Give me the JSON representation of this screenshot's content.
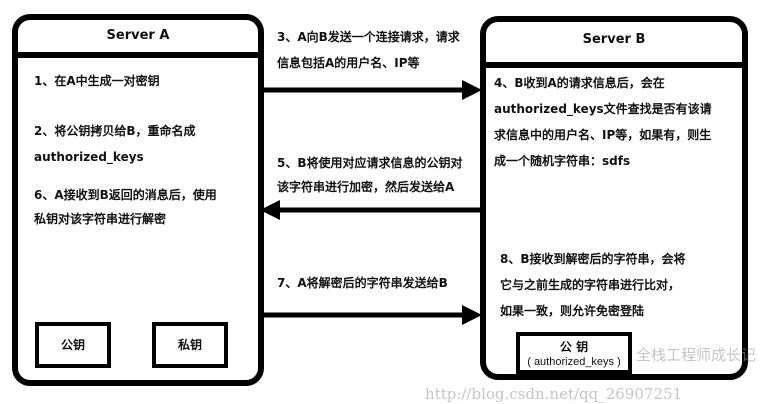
{
  "server_a": {
    "title": "Server A",
    "step1": "1、在A中生成一对密钥",
    "step2a": "2、将公钥拷贝给B，重命名成",
    "step2b": "authorized_keys",
    "step6a": "6、A接收到B返回的消息后，使用",
    "step6b": "私钥对该字符串进行解密",
    "public_key": "公钥",
    "private_key": "私钥"
  },
  "server_b": {
    "title": "Server B",
    "step4a": "4、B收到A的请求信息后，会在",
    "step4b": "authorized_keys文件查找是否有该请",
    "step4c": "求信息中的用户名、IP等，如果有，则生",
    "step4d": "成一个随机字符串：sdfs",
    "step8a": "8、B接收到解密后的字符串，会将",
    "step8b": "它与之前生成的字符串进行比对，",
    "step8c": "如果一致，则允许免密登陆",
    "public_key": "公  钥",
    "public_key_sub": "( authorized_keys )"
  },
  "arrows": {
    "step3a": "3、A向B发送一个连接请求，请求",
    "step3b": "信息包括A的用户名、IP等",
    "step5a": "5、B将使用对应请求信息的公钥对",
    "step5b": "该字符串进行加密，然后发送给A",
    "step7": "7、A将解密后的字符串发送给B"
  },
  "watermark": {
    "name": "全栈工程师成长记",
    "url": "http://blog.csdn.net/qq_26907251"
  }
}
